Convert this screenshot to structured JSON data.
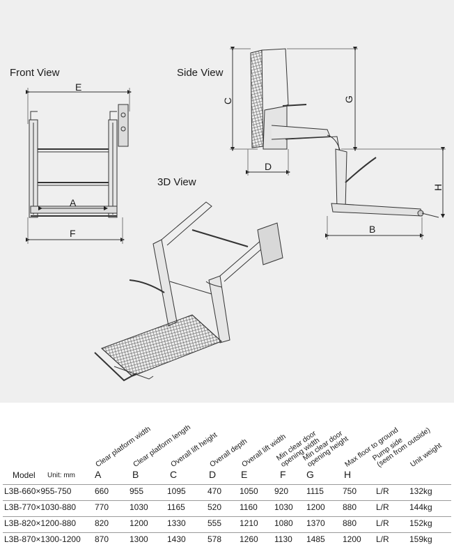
{
  "views": {
    "front": "Front View",
    "side": "Side View",
    "three_d": "3D View"
  },
  "dimensions": {
    "A": "A",
    "B": "B",
    "C": "C",
    "D": "D",
    "E": "E",
    "F": "F",
    "G": "G",
    "H": "H"
  },
  "table": {
    "model_header": "Model",
    "unit_header": "Unit: mm",
    "columns": [
      {
        "letter": "A",
        "desc_lines": [
          "Clear platform width"
        ]
      },
      {
        "letter": "B",
        "desc_lines": [
          "Clear platform length"
        ]
      },
      {
        "letter": "C",
        "desc_lines": [
          "Overall lift height"
        ]
      },
      {
        "letter": "D",
        "desc_lines": [
          "Overall depth"
        ]
      },
      {
        "letter": "E",
        "desc_lines": [
          "Overall lift width"
        ]
      },
      {
        "letter": "F",
        "desc_lines": [
          "Min clear door",
          "opening width"
        ]
      },
      {
        "letter": "G",
        "desc_lines": [
          "Min clear door",
          "opening height"
        ]
      },
      {
        "letter": "H",
        "desc_lines": [
          "Max floor to ground"
        ]
      },
      {
        "letter": "",
        "desc_lines": [
          "Pump side",
          "(seen from outside)"
        ]
      },
      {
        "letter": "",
        "desc_lines": [
          "Unit weight"
        ]
      }
    ],
    "rows": [
      {
        "model": "L3B-660×955-750",
        "values": [
          "660",
          "955",
          "1095",
          "470",
          "1050",
          "920",
          "1115",
          "750",
          "L/R",
          "132kg"
        ]
      },
      {
        "model": "L3B-770×1030-880",
        "values": [
          "770",
          "1030",
          "1165",
          "520",
          "1160",
          "1030",
          "1200",
          "880",
          "L/R",
          "144kg"
        ]
      },
      {
        "model": "L3B-820×1200-880",
        "values": [
          "820",
          "1200",
          "1330",
          "555",
          "1210",
          "1080",
          "1370",
          "880",
          "L/R",
          "152kg"
        ]
      },
      {
        "model": "L3B-870×1300-1200",
        "values": [
          "870",
          "1300",
          "1430",
          "578",
          "1260",
          "1130",
          "1485",
          "1200",
          "L/R",
          "159kg"
        ]
      }
    ]
  }
}
